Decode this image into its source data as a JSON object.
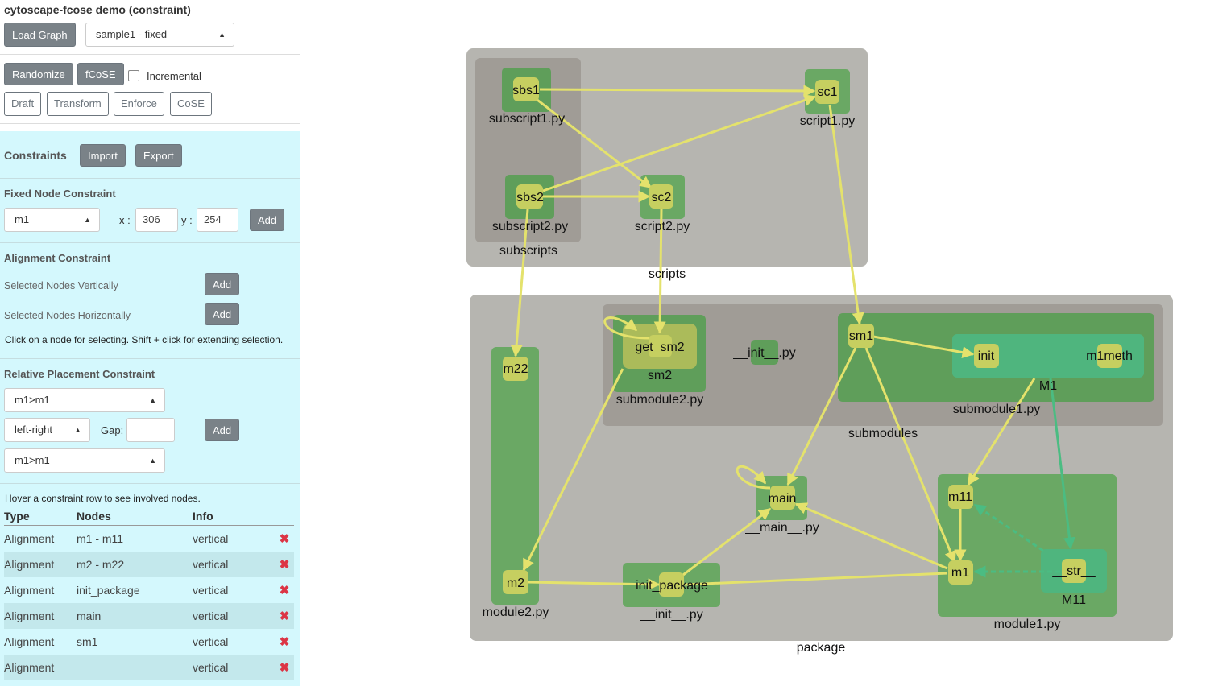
{
  "app": {
    "title": "cytoscape-fcose demo (constraint)"
  },
  "toolbar": {
    "load_graph": "Load Graph",
    "graph_select": "sample1 - fixed",
    "randomize": "Randomize",
    "fcose": "fCoSE",
    "incremental": "Incremental",
    "draft": "Draft",
    "transform": "Transform",
    "enforce": "Enforce",
    "cose": "CoSE"
  },
  "constraints": {
    "heading": "Constraints",
    "import": "Import",
    "export": "Export",
    "fixed": {
      "heading": "Fixed Node Constraint",
      "node": "m1",
      "x_label": "x :",
      "x": "306",
      "y_label": "y :",
      "y": "254",
      "add": "Add"
    },
    "alignment": {
      "heading": "Alignment Constraint",
      "vertical_label": "Selected Nodes Vertically",
      "horizontal_label": "Selected Nodes Horizontally",
      "add": "Add",
      "hint": "Click on a node for selecting. Shift + click for extending selection."
    },
    "relative": {
      "heading": "Relative Placement Constraint",
      "first": "m1>m1",
      "direction": "left-right",
      "gap_label": "Gap:",
      "gap": "",
      "add": "Add",
      "second": "m1>m1"
    },
    "table_hint": "Hover a constraint row to see involved nodes.",
    "table": {
      "headers": [
        "Type",
        "Nodes",
        "Info"
      ],
      "rows": [
        {
          "type": "Alignment",
          "nodes": "m1 - m11",
          "info": "vertical"
        },
        {
          "type": "Alignment",
          "nodes": "m2 - m22",
          "info": "vertical"
        },
        {
          "type": "Alignment",
          "nodes": "init_package",
          "info": "vertical"
        },
        {
          "type": "Alignment",
          "nodes": "main",
          "info": "vertical"
        },
        {
          "type": "Alignment",
          "nodes": "sm1",
          "info": "vertical"
        },
        {
          "type": "Alignment",
          "nodes": "",
          "info": "vertical"
        }
      ],
      "delete_icon": "✖"
    }
  },
  "graph": {
    "compounds": {
      "scripts": "scripts",
      "subscripts": "subscripts",
      "subscript1": "subscript1.py",
      "subscript2": "subscript2.py",
      "script1": "script1.py",
      "script2": "script2.py",
      "package": "package",
      "submodules": "submodules",
      "submodule2": "submodule2.py",
      "sm2": "sm2",
      "init_sub": "__init__.py",
      "submodule1": "submodule1.py",
      "M1": "M1",
      "module2": "module2.py",
      "main_py": "__main__.py",
      "init_pkg": "__init__.py",
      "module1": "module1.py",
      "M11": "M11"
    },
    "nodes": {
      "sbs1": "sbs1",
      "sc1": "sc1",
      "sbs2": "sbs2",
      "sc2": "sc2",
      "sm1": "sm1",
      "get_sm2": "get_sm2",
      "init": "__init__",
      "m1meth": "m1meth",
      "m22": "m22",
      "m2": "m2",
      "main": "main",
      "init_package": "init_package",
      "m11": "m11",
      "m1": "m1",
      "str": "__str__"
    },
    "colors": {
      "edge": "#e4e26c",
      "green_edge": "#4bbc82",
      "node": "#c6cf60",
      "compound_gray": "#b6b5b0",
      "file_green": "#6aa864"
    }
  }
}
